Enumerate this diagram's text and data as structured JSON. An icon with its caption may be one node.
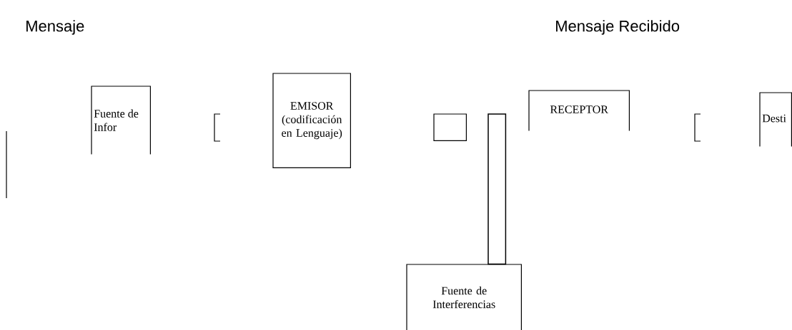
{
  "diagram": {
    "nodes": [
      {
        "text": [
          "Fuente de Infor"
        ]
      },
      {
        "text": [
          "EMISOR (codificación en Lenguaje)"
        ]
      },
      {
        "text": [],
        "shape": "box"
      },
      {
        "text": [],
        "shape": "bar"
      },
      {
        "text": [
          "RECEPTOR"
        ]
      },
      {
        "text": [
          "Desti"
        ]
      },
      {
        "text": [
          "Fuente de Interferencias"
        ]
      }
    ],
    "labels": [
      "Mensaje",
      "Mensaje Recibido"
    ]
  }
}
